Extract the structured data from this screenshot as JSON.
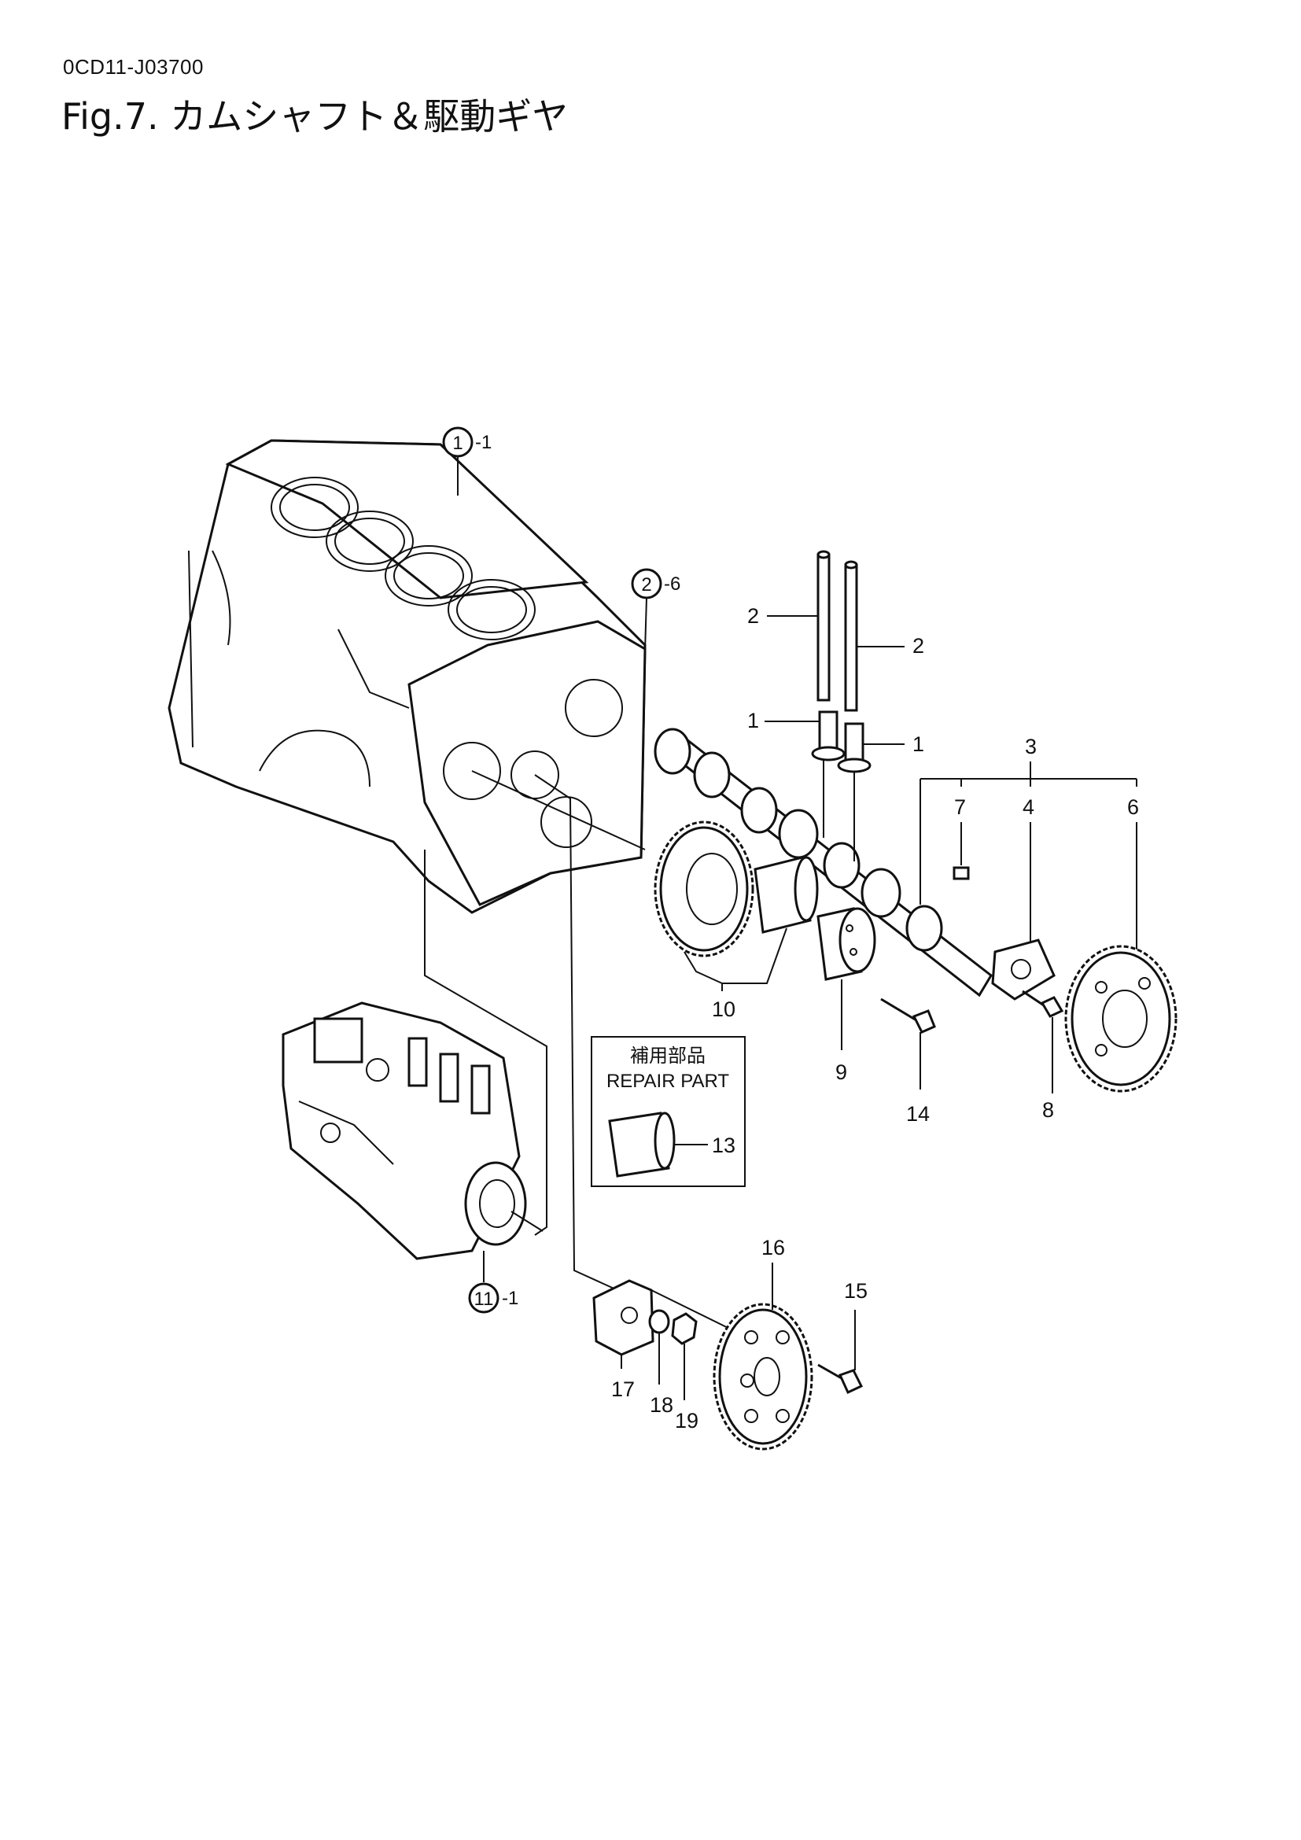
{
  "header": {
    "doc_code": "0CD11-J03700",
    "figure_title": "Fig.7.  カムシャフト＆駆動ギヤ"
  },
  "callouts": {
    "ref_1": {
      "number": "1",
      "suffix": "-1"
    },
    "ref_2": {
      "number": "2",
      "suffix": "-6"
    },
    "ref_11": {
      "number": "11",
      "suffix": "-1"
    }
  },
  "parts": {
    "p1a": "1",
    "p1b": "1",
    "p2a": "2",
    "p2b": "2",
    "p3": "3",
    "p4": "4",
    "p6": "6",
    "p7": "7",
    "p8": "8",
    "p9": "9",
    "p10": "10",
    "p13": "13",
    "p14": "14",
    "p15": "15",
    "p16": "16",
    "p17": "17",
    "p18": "18",
    "p19": "19"
  },
  "repair_box": {
    "title_jp": "補用部品",
    "title_en": "REPAIR PART"
  }
}
